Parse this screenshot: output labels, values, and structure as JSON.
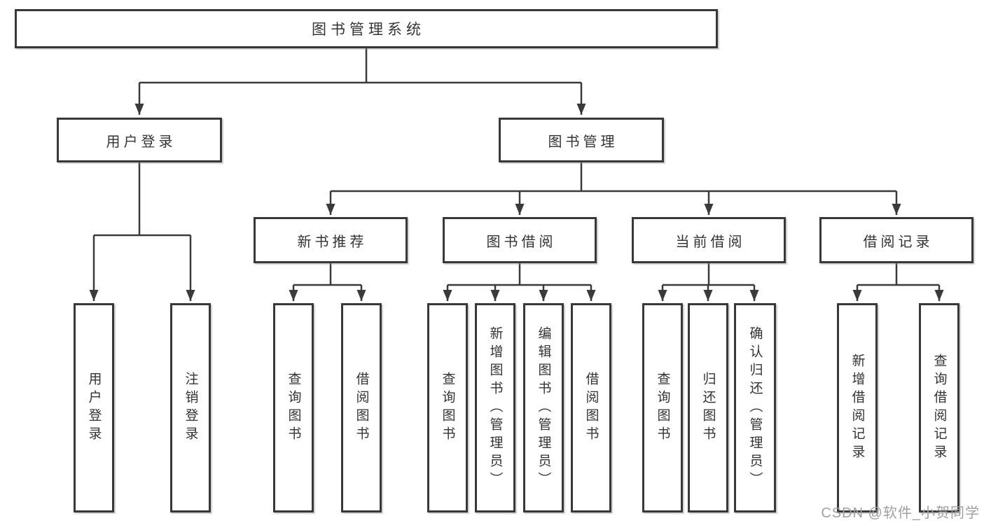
{
  "tree": {
    "label": "图书管理系统",
    "children": [
      {
        "label": "用户登录",
        "children": [
          {
            "label": "用户登录"
          },
          {
            "label": "注销登录"
          }
        ]
      },
      {
        "label": "图书管理",
        "children": [
          {
            "label": "新书推荐",
            "children": [
              {
                "label": "查询图书"
              },
              {
                "label": "借阅图书"
              }
            ]
          },
          {
            "label": "图书借阅",
            "children": [
              {
                "label": "查询图书"
              },
              {
                "label": "新增图书（管理员）"
              },
              {
                "label": "编辑图书（管理员）"
              },
              {
                "label": "借阅图书"
              }
            ]
          },
          {
            "label": "当前借阅",
            "children": [
              {
                "label": "查询图书"
              },
              {
                "label": "归还图书"
              },
              {
                "label": "确认归还（管理员）"
              }
            ]
          },
          {
            "label": "借阅记录",
            "children": [
              {
                "label": "新增借阅记录"
              },
              {
                "label": "查询借阅记录"
              }
            ]
          }
        ]
      }
    ]
  },
  "watermark": "CSDN @软件_小贺同学",
  "colors": {
    "line": "#3a3a3a",
    "box_border": "#383838",
    "box_fill": "#ffffff",
    "text": "#333333",
    "watermark": "#a0a0a0",
    "background": "#ffffff"
  }
}
